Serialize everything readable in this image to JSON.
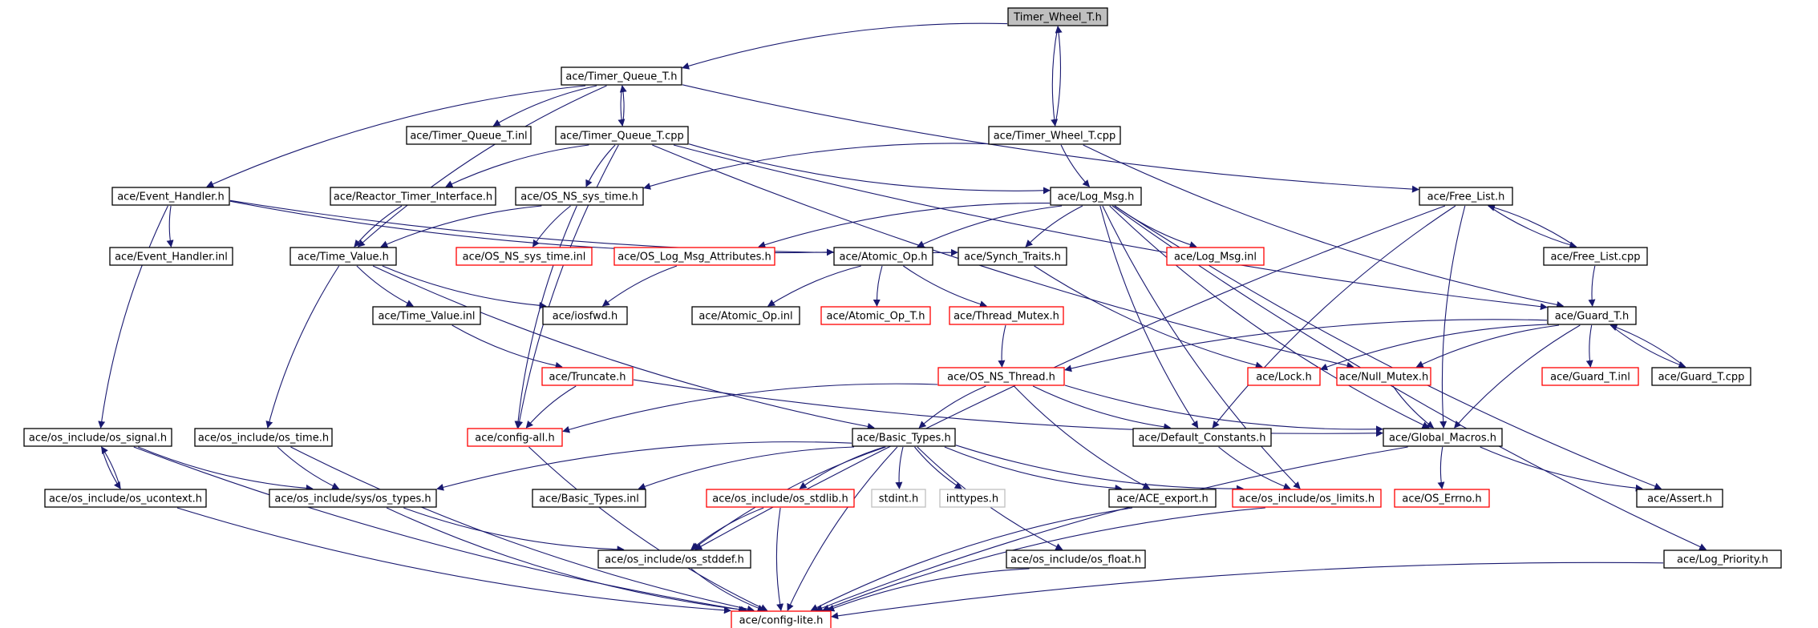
{
  "colors": {
    "edge": "#191970",
    "normal_border": "#000000",
    "truncated_border": "#ff0000",
    "external_border": "#bfbfbf",
    "root_fill": "#bfbfbf",
    "fill": "#ffffff"
  },
  "nodes": [
    {
      "id": "twt_h",
      "label": "Timer_Wheel_T.h",
      "style": "root"
    },
    {
      "id": "tq_h",
      "label": "ace/Timer_Queue_T.h",
      "style": "normal"
    },
    {
      "id": "tq_inl",
      "label": "ace/Timer_Queue_T.inl",
      "style": "normal"
    },
    {
      "id": "tq_cpp",
      "label": "ace/Timer_Queue_T.cpp",
      "style": "normal"
    },
    {
      "id": "tw_cpp",
      "label": "ace/Timer_Wheel_T.cpp",
      "style": "normal"
    },
    {
      "id": "eh_h",
      "label": "ace/Event_Handler.h",
      "style": "normal"
    },
    {
      "id": "rti_h",
      "label": "ace/Reactor_Timer_Interface.h",
      "style": "normal"
    },
    {
      "id": "nst_h",
      "label": "ace/OS_NS_sys_time.h",
      "style": "normal"
    },
    {
      "id": "lm_h",
      "label": "ace/Log_Msg.h",
      "style": "normal"
    },
    {
      "id": "fl_h",
      "label": "ace/Free_List.h",
      "style": "normal"
    },
    {
      "id": "eh_inl",
      "label": "ace/Event_Handler.inl",
      "style": "normal"
    },
    {
      "id": "tv_h",
      "label": "ace/Time_Value.h",
      "style": "normal"
    },
    {
      "id": "nst_inl",
      "label": "ace/OS_NS_sys_time.inl",
      "style": "truncated"
    },
    {
      "id": "olma_h",
      "label": "ace/OS_Log_Msg_Attributes.h",
      "style": "truncated"
    },
    {
      "id": "ao_h",
      "label": "ace/Atomic_Op.h",
      "style": "normal"
    },
    {
      "id": "st_h",
      "label": "ace/Synch_Traits.h",
      "style": "normal"
    },
    {
      "id": "lm_inl",
      "label": "ace/Log_Msg.inl",
      "style": "truncated"
    },
    {
      "id": "fl_cpp",
      "label": "ace/Free_List.cpp",
      "style": "normal"
    },
    {
      "id": "tv_inl",
      "label": "ace/Time_Value.inl",
      "style": "normal"
    },
    {
      "id": "iosfwd",
      "label": "ace/iosfwd.h",
      "style": "normal"
    },
    {
      "id": "ao_inl",
      "label": "ace/Atomic_Op.inl",
      "style": "normal"
    },
    {
      "id": "aot_h",
      "label": "ace/Atomic_Op_T.h",
      "style": "truncated"
    },
    {
      "id": "tm_h",
      "label": "ace/Thread_Mutex.h",
      "style": "truncated"
    },
    {
      "id": "gt_h",
      "label": "ace/Guard_T.h",
      "style": "normal"
    },
    {
      "id": "trunc_h",
      "label": "ace/Truncate.h",
      "style": "truncated"
    },
    {
      "id": "nsth_h",
      "label": "ace/OS_NS_Thread.h",
      "style": "truncated"
    },
    {
      "id": "lock_h",
      "label": "ace/Lock.h",
      "style": "truncated"
    },
    {
      "id": "nm_h",
      "label": "ace/Null_Mutex.h",
      "style": "truncated"
    },
    {
      "id": "gt_inl",
      "label": "ace/Guard_T.inl",
      "style": "truncated"
    },
    {
      "id": "gt_cpp",
      "label": "ace/Guard_T.cpp",
      "style": "normal"
    },
    {
      "id": "sig_h",
      "label": "ace/os_include/os_signal.h",
      "style": "normal"
    },
    {
      "id": "ostime_h",
      "label": "ace/os_include/os_time.h",
      "style": "normal"
    },
    {
      "id": "cfgall_h",
      "label": "ace/config-all.h",
      "style": "truncated"
    },
    {
      "id": "bt_h",
      "label": "ace/Basic_Types.h",
      "style": "normal"
    },
    {
      "id": "dc_h",
      "label": "ace/Default_Constants.h",
      "style": "normal"
    },
    {
      "id": "gm_h",
      "label": "ace/Global_Macros.h",
      "style": "normal"
    },
    {
      "id": "uctx_h",
      "label": "ace/os_include/os_ucontext.h",
      "style": "normal"
    },
    {
      "id": "systypes_h",
      "label": "ace/os_include/sys/os_types.h",
      "style": "normal"
    },
    {
      "id": "bt_inl",
      "label": "ace/Basic_Types.inl",
      "style": "normal"
    },
    {
      "id": "stdlib_h",
      "label": "ace/os_include/os_stdlib.h",
      "style": "truncated"
    },
    {
      "id": "stdint_h",
      "label": "stdint.h",
      "style": "external"
    },
    {
      "id": "inttypes_h",
      "label": "inttypes.h",
      "style": "external"
    },
    {
      "id": "export_h",
      "label": "ace/ACE_export.h",
      "style": "normal"
    },
    {
      "id": "limits_h",
      "label": "ace/os_include/os_limits.h",
      "style": "truncated"
    },
    {
      "id": "errno_h",
      "label": "ace/OS_Errno.h",
      "style": "truncated"
    },
    {
      "id": "assert_h",
      "label": "ace/Assert.h",
      "style": "normal"
    },
    {
      "id": "stddef_h",
      "label": "ace/os_include/os_stddef.h",
      "style": "normal"
    },
    {
      "id": "float_h",
      "label": "ace/os_include/os_float.h",
      "style": "normal"
    },
    {
      "id": "lp_h",
      "label": "ace/Log_Priority.h",
      "style": "normal"
    },
    {
      "id": "cfglite_h",
      "label": "ace/config-lite.h",
      "style": "truncated"
    }
  ],
  "edges": [
    [
      "twt_h",
      "tq_h"
    ],
    [
      "twt_h",
      "tw_cpp"
    ],
    [
      "tw_cpp",
      "twt_h"
    ],
    [
      "tq_h",
      "tq_inl"
    ],
    [
      "tq_h",
      "tq_cpp"
    ],
    [
      "tq_cpp",
      "tq_h"
    ],
    [
      "tq_h",
      "eh_h"
    ],
    [
      "tq_h",
      "tv_h"
    ],
    [
      "tq_h",
      "fl_h"
    ],
    [
      "tq_cpp",
      "rti_h"
    ],
    [
      "tq_cpp",
      "nst_h"
    ],
    [
      "tq_cpp",
      "lm_h"
    ],
    [
      "tq_cpp",
      "cfgall_h"
    ],
    [
      "tq_cpp",
      "gt_h"
    ],
    [
      "tq_cpp",
      "nm_h"
    ],
    [
      "tw_cpp",
      "nst_h"
    ],
    [
      "tw_cpp",
      "lm_h"
    ],
    [
      "tw_cpp",
      "gt_h"
    ],
    [
      "eh_h",
      "eh_inl"
    ],
    [
      "eh_h",
      "sig_h"
    ],
    [
      "eh_h",
      "ao_h"
    ],
    [
      "eh_h",
      "st_h"
    ],
    [
      "rti_h",
      "tv_h"
    ],
    [
      "nst_h",
      "tv_h"
    ],
    [
      "nst_h",
      "nst_inl"
    ],
    [
      "nst_h",
      "cfgall_h"
    ],
    [
      "lm_h",
      "olma_h"
    ],
    [
      "lm_h",
      "ao_h"
    ],
    [
      "lm_h",
      "st_h"
    ],
    [
      "lm_h",
      "lm_inl"
    ],
    [
      "lm_h",
      "dc_h"
    ],
    [
      "lm_h",
      "gm_h"
    ],
    [
      "lm_h",
      "limits_h"
    ],
    [
      "lm_h",
      "lp_h"
    ],
    [
      "lm_h",
      "assert_h"
    ],
    [
      "fl_h",
      "fl_cpp"
    ],
    [
      "fl_cpp",
      "fl_h"
    ],
    [
      "fl_h",
      "gm_h"
    ],
    [
      "fl_h",
      "dc_h"
    ],
    [
      "fl_h",
      "stddef_h"
    ],
    [
      "fl_cpp",
      "gt_h"
    ],
    [
      "tv_h",
      "tv_inl"
    ],
    [
      "tv_h",
      "iosfwd"
    ],
    [
      "tv_h",
      "ostime_h"
    ],
    [
      "tv_h",
      "bt_h"
    ],
    [
      "olma_h",
      "iosfwd"
    ],
    [
      "ao_h",
      "ao_inl"
    ],
    [
      "ao_h",
      "aot_h"
    ],
    [
      "ao_h",
      "tm_h"
    ],
    [
      "st_h",
      "lock_h"
    ],
    [
      "tv_inl",
      "trunc_h"
    ],
    [
      "tm_h",
      "nsth_h"
    ],
    [
      "gt_h",
      "nsth_h"
    ],
    [
      "gt_h",
      "lock_h"
    ],
    [
      "gt_h",
      "nm_h"
    ],
    [
      "gt_h",
      "gt_inl"
    ],
    [
      "gt_h",
      "gt_cpp"
    ],
    [
      "gt_cpp",
      "gt_h"
    ],
    [
      "gt_h",
      "gm_h"
    ],
    [
      "trunc_h",
      "cfgall_h"
    ],
    [
      "trunc_h",
      "gm_h"
    ],
    [
      "nsth_h",
      "cfgall_h"
    ],
    [
      "nsth_h",
      "bt_h"
    ],
    [
      "nsth_h",
      "dc_h"
    ],
    [
      "nsth_h",
      "gm_h"
    ],
    [
      "nsth_h",
      "export_h"
    ],
    [
      "nm_h",
      "gm_h"
    ],
    [
      "sig_h",
      "uctx_h"
    ],
    [
      "uctx_h",
      "sig_h"
    ],
    [
      "sig_h",
      "systypes_h"
    ],
    [
      "sig_h",
      "cfglite_h"
    ],
    [
      "ostime_h",
      "systypes_h"
    ],
    [
      "ostime_h",
      "cfglite_h"
    ],
    [
      "cfgall_h",
      "cfglite_h"
    ],
    [
      "bt_h",
      "bt_inl"
    ],
    [
      "bt_h",
      "stdlib_h"
    ],
    [
      "bt_h",
      "stdint_h"
    ],
    [
      "bt_h",
      "inttypes_h"
    ],
    [
      "bt_h",
      "export_h"
    ],
    [
      "bt_h",
      "limits_h"
    ],
    [
      "bt_h",
      "float_h"
    ],
    [
      "bt_h",
      "cfglite_h"
    ],
    [
      "bt_h",
      "systypes_h"
    ],
    [
      "bt_h",
      "stddef_h"
    ],
    [
      "dc_h",
      "limits_h"
    ],
    [
      "gm_h",
      "errno_h"
    ],
    [
      "gm_h",
      "assert_h"
    ],
    [
      "gm_h",
      "cfglite_h"
    ],
    [
      "uctx_h",
      "cfglite_h"
    ],
    [
      "systypes_h",
      "stddef_h"
    ],
    [
      "systypes_h",
      "cfglite_h"
    ],
    [
      "stdlib_h",
      "stddef_h"
    ],
    [
      "stdlib_h",
      "cfglite_h"
    ],
    [
      "export_h",
      "cfglite_h"
    ],
    [
      "limits_h",
      "cfglite_h"
    ],
    [
      "stddef_h",
      "cfglite_h"
    ],
    [
      "float_h",
      "cfglite_h"
    ],
    [
      "lp_h",
      "cfglite_h"
    ]
  ]
}
